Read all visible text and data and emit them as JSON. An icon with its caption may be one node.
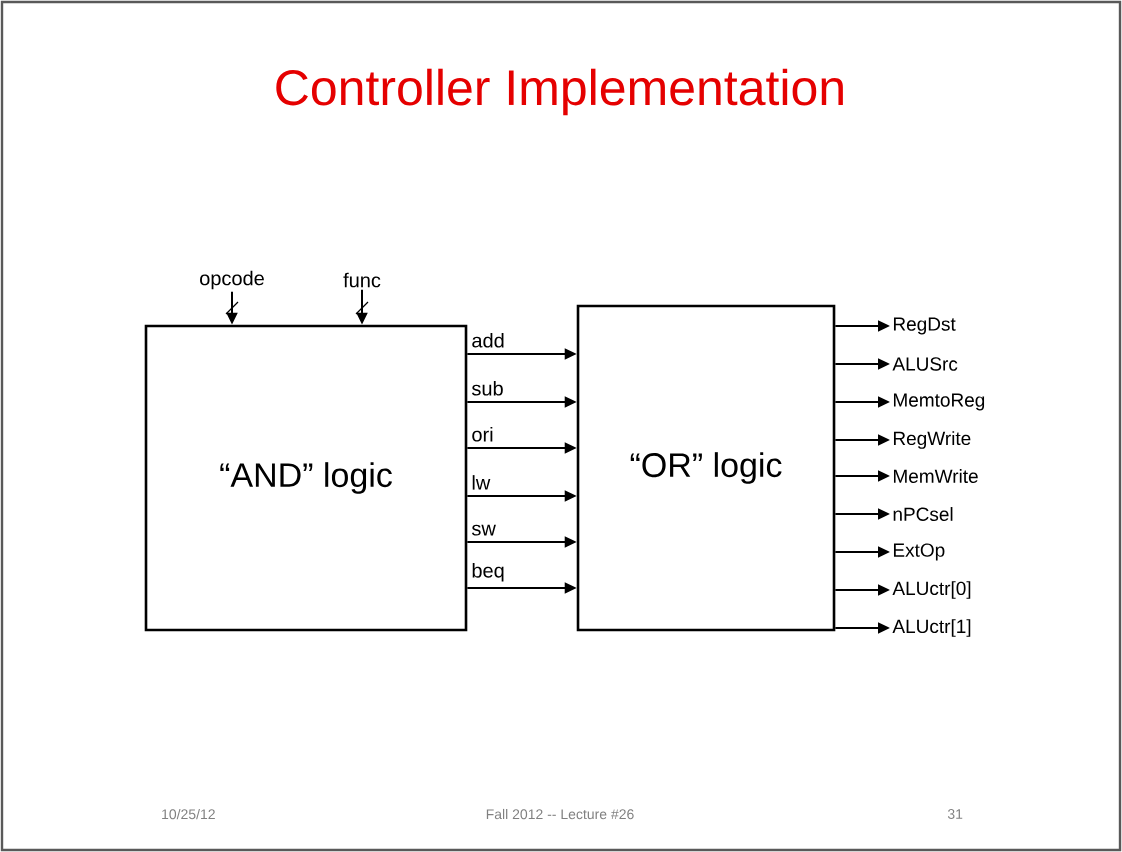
{
  "diagram": {
    "title": "Controller Implementation",
    "nodes": [
      {
        "text": [
          "“AND” logic"
        ]
      },
      {
        "text": [
          "“OR” logic"
        ]
      },
      {
        "text": [
          "opcode"
        ]
      },
      {
        "text": [
          "func"
        ]
      },
      {
        "text": [
          "RegDst"
        ]
      },
      {
        "text": [
          "ALUSrc"
        ]
      },
      {
        "text": [
          "MemtoReg"
        ]
      },
      {
        "text": [
          "RegWrite"
        ]
      },
      {
        "text": [
          "MemWrite"
        ]
      },
      {
        "text": [
          "nPCsel"
        ]
      },
      {
        "text": [
          "ExtOp"
        ]
      },
      {
        "text": [
          "ALUctr[0]"
        ]
      },
      {
        "text": [
          "ALUctr[1]"
        ]
      }
    ],
    "edges": [
      {
        "from": 2,
        "to": 0,
        "arrow": "to"
      },
      {
        "from": 3,
        "to": 0,
        "arrow": "to"
      },
      {
        "from": 0,
        "to": 1,
        "arrow": "to",
        "label": "add"
      },
      {
        "from": 0,
        "to": 1,
        "arrow": "to",
        "label": "sub"
      },
      {
        "from": 0,
        "to": 1,
        "arrow": "to",
        "label": "ori"
      },
      {
        "from": 0,
        "to": 1,
        "arrow": "to",
        "label": "lw"
      },
      {
        "from": 0,
        "to": 1,
        "arrow": "to",
        "label": "sw"
      },
      {
        "from": 0,
        "to": 1,
        "arrow": "to",
        "label": "beq"
      },
      {
        "from": 1,
        "to": 4,
        "arrow": "to"
      },
      {
        "from": 1,
        "to": 5,
        "arrow": "to"
      },
      {
        "from": 1,
        "to": 6,
        "arrow": "to"
      },
      {
        "from": 1,
        "to": 7,
        "arrow": "to"
      },
      {
        "from": 1,
        "to": 8,
        "arrow": "to"
      },
      {
        "from": 1,
        "to": 9,
        "arrow": "to"
      },
      {
        "from": 1,
        "to": 10,
        "arrow": "to"
      },
      {
        "from": 1,
        "to": 11,
        "arrow": "to"
      },
      {
        "from": 1,
        "to": 12,
        "arrow": "to"
      }
    ],
    "labels": [
      "10/25/12",
      "Fall 2012 -- Lecture #26",
      "31"
    ]
  }
}
